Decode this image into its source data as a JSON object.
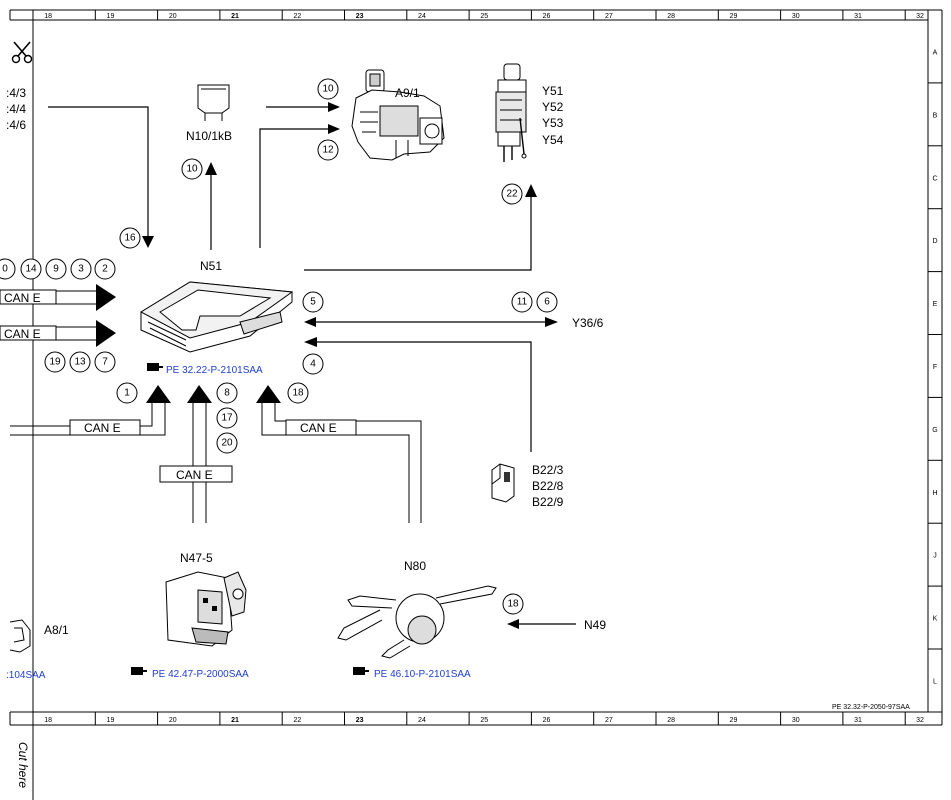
{
  "grid": {
    "columns": [
      "18",
      "19",
      "20",
      "21",
      "22",
      "23",
      "24",
      "25",
      "26",
      "27",
      "28",
      "29",
      "30",
      "31",
      "32"
    ],
    "rows": [
      "A",
      "B",
      "C",
      "D",
      "E",
      "F",
      "G",
      "H",
      "J",
      "K",
      "L"
    ]
  },
  "sheet_ref": "PE 32.32-P-2050-97SAA",
  "cut_here": "Cut here",
  "components": {
    "n10": "N10/1kB",
    "a9": "A9/1",
    "y5x": [
      "Y51",
      "Y52",
      "Y53",
      "Y54"
    ],
    "n51": "N51",
    "y36": "Y36/6",
    "b22": [
      "B22/3",
      "B22/8",
      "B22/9"
    ],
    "n47": "N47-5",
    "n80": "N80",
    "n49": "N49",
    "a8": "A8/1"
  },
  "left_labels": [
    ":4/3",
    ":4/4",
    ":4/6"
  ],
  "can_labels": {
    "left_top": "CAN E",
    "left_bottom": "CAN E",
    "bus_left": "CAN E",
    "bus_mid": "CAN E",
    "bus_right": "CAN E"
  },
  "refs": {
    "n51": "PE 32.22-P-2101SAA",
    "n47": "PE 42.47-P-2000SAA",
    "n80": "PE 46.10-P-2101SAA",
    "a8": ":104SAA"
  },
  "circles": {
    "c10_a9": "10",
    "c12_a9": "12",
    "c10_n10": "10",
    "c22": "22",
    "c16": "16",
    "c_left_partial": "0",
    "c14": "14",
    "c9": "9",
    "c3": "3",
    "c2": "2",
    "c19": "19",
    "c13": "13",
    "c7": "7",
    "c5": "5",
    "c11": "11",
    "c6": "6",
    "c4": "4",
    "c1": "1",
    "c8": "8",
    "c17": "17",
    "c20": "20",
    "c18_top": "18",
    "c18_n80": "18"
  }
}
